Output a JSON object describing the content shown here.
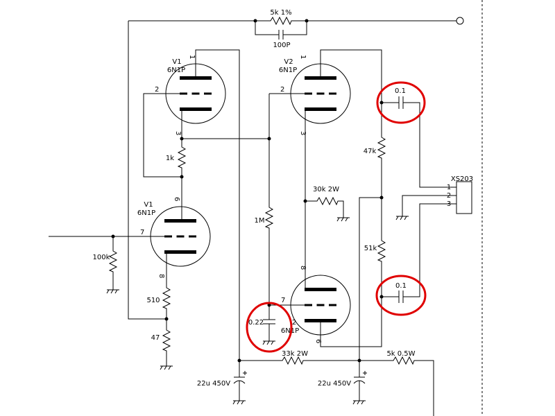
{
  "schematic": {
    "feedback": {
      "resistor": "5k 1%",
      "capacitor": "100P"
    },
    "v1_upper": {
      "ref": "V1",
      "type": "6N1P",
      "pin_anode": "1",
      "pin_grid": "2",
      "pin_cathode": "3",
      "cathode_resistor": "1k"
    },
    "v1_lower": {
      "ref": "V1",
      "type": "6N1P",
      "pin_anode": "6",
      "pin_grid": "7",
      "pin_cathode": "8",
      "grid_resistor": "100k",
      "cathode_resistor_a": "510",
      "cathode_resistor_b": "47"
    },
    "v2_upper": {
      "ref": "V2",
      "type": "6N1P",
      "pin_anode": "1",
      "pin_grid": "2",
      "pin_cathode": "3"
    },
    "v2_lower": {
      "ref": "2",
      "type": "6N1P",
      "pin_anode": "8",
      "pin_grid": "7",
      "pin_cathode": "6"
    },
    "r_1m": "1M",
    "c_022": "0.22",
    "r_47k": "47k",
    "r_51k": "51k",
    "r_30k": "30k 2W",
    "c_top": "0.1",
    "c_bottom": "0.1",
    "r_33k": "33k 2W",
    "r_5k": "5k 0.5W",
    "c_filter_left": "22u 450V",
    "c_filter_right": "22u 450V",
    "connector": {
      "ref": "XS203",
      "pins": [
        "1",
        "2",
        "3"
      ]
    }
  },
  "icons": {
    "resistor": "resistor-icon",
    "capacitor": "capacitor-icon",
    "electrolytic": "electrolytic-capacitor-icon",
    "ground": "ground-icon",
    "tube": "triode-tube-icon",
    "terminal": "terminal-icon"
  },
  "colors": {
    "wire": "#000000",
    "highlight": "#e00000",
    "background": "#ffffff",
    "divider": "#000000"
  }
}
